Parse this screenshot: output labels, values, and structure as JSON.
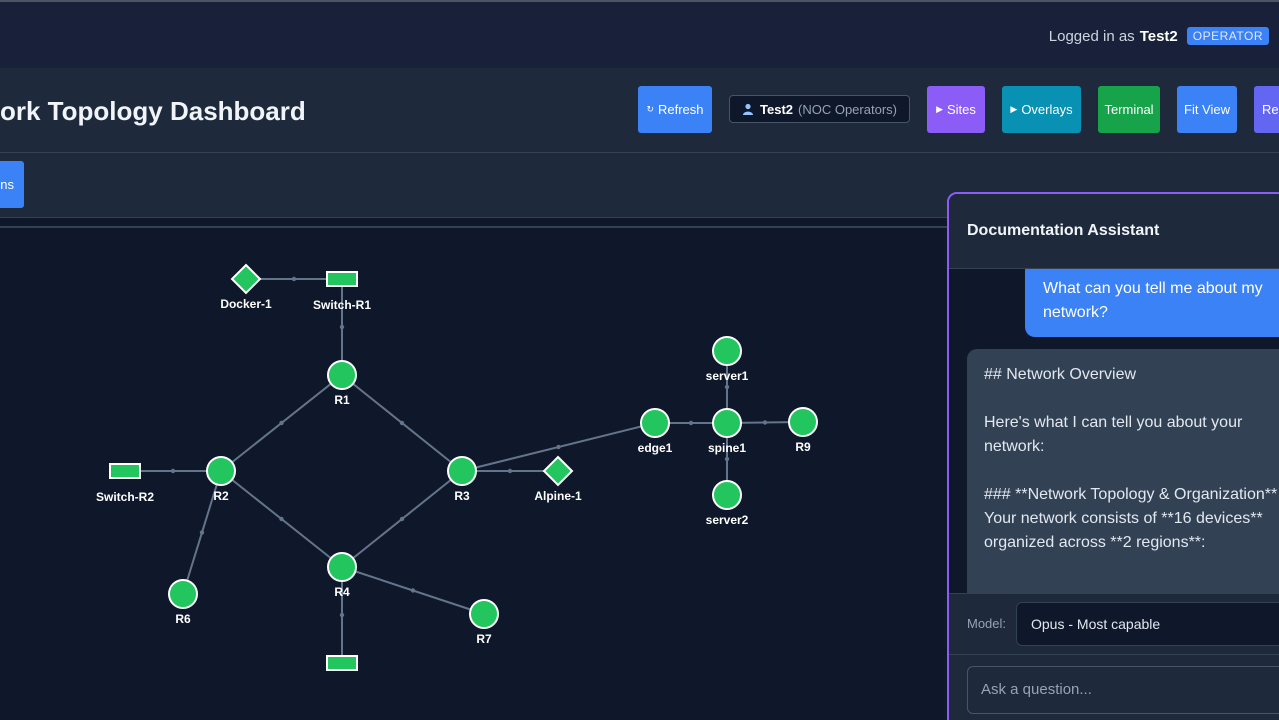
{
  "header": {
    "logged_in_prefix": "Logged in as",
    "username": "Test2",
    "role": "OPERATOR",
    "title": "ork Topology Dashboard"
  },
  "toolbar": {
    "refresh": "Refresh",
    "refresh_icon": "↻",
    "user_name": "Test2",
    "user_group": "(NOC Operators)",
    "sites": "Sites",
    "overlays": "Overlays",
    "terminal": "Terminal",
    "fit_view": "Fit View",
    "reset": "Res"
  },
  "subbar": {
    "button": "ns"
  },
  "topology": {
    "nodes": [
      {
        "id": "Docker-1",
        "label": "Docker-1",
        "shape": "diamond"
      },
      {
        "id": "Switch-R1",
        "label": "Switch-R1",
        "shape": "rect"
      },
      {
        "id": "R1",
        "label": "R1",
        "shape": "circle"
      },
      {
        "id": "R2",
        "label": "R2",
        "shape": "circle"
      },
      {
        "id": "Switch-R2",
        "label": "Switch-R2",
        "shape": "rect"
      },
      {
        "id": "R3",
        "label": "R3",
        "shape": "circle"
      },
      {
        "id": "Alpine-1",
        "label": "Alpine-1",
        "shape": "diamond"
      },
      {
        "id": "R4",
        "label": "R4",
        "shape": "circle"
      },
      {
        "id": "R6",
        "label": "R6",
        "shape": "circle"
      },
      {
        "id": "R7",
        "label": "R7",
        "shape": "circle"
      },
      {
        "id": "edge1",
        "label": "edge1",
        "shape": "circle"
      },
      {
        "id": "spine1",
        "label": "spine1",
        "shape": "circle"
      },
      {
        "id": "server1",
        "label": "server1",
        "shape": "circle"
      },
      {
        "id": "server2",
        "label": "server2",
        "shape": "circle"
      },
      {
        "id": "R9",
        "label": "R9",
        "shape": "circle"
      },
      {
        "id": "Switch-R4",
        "label": "",
        "shape": "rect"
      }
    ],
    "links": [
      [
        "Docker-1",
        "Switch-R1"
      ],
      [
        "Switch-R1",
        "R1"
      ],
      [
        "R1",
        "R2"
      ],
      [
        "R1",
        "R3"
      ],
      [
        "Switch-R2",
        "R2"
      ],
      [
        "R2",
        "R6"
      ],
      [
        "R2",
        "R4"
      ],
      [
        "R3",
        "R4"
      ],
      [
        "R3",
        "Alpine-1"
      ],
      [
        "R3",
        "edge1"
      ],
      [
        "R4",
        "R7"
      ],
      [
        "R4",
        "Switch-R4"
      ],
      [
        "edge1",
        "spine1"
      ],
      [
        "spine1",
        "server1"
      ],
      [
        "spine1",
        "server2"
      ],
      [
        "spine1",
        "R9"
      ]
    ],
    "colors": {
      "node": "#22c55e",
      "node_stroke": "#ffffff",
      "link": "#64748b"
    }
  },
  "assistant": {
    "title": "Documentation Assistant",
    "user_message": "What can you tell me about my network?",
    "bot_message": "## Network Overview\n\nHere's what I can tell you about your network:\n\n### **Network Topology & Organization**\nYour network consists of **16 devices** organized across **2 regions**:",
    "model_label": "Model:",
    "model_value": "Opus - Most capable",
    "input_placeholder": "Ask a question..."
  }
}
